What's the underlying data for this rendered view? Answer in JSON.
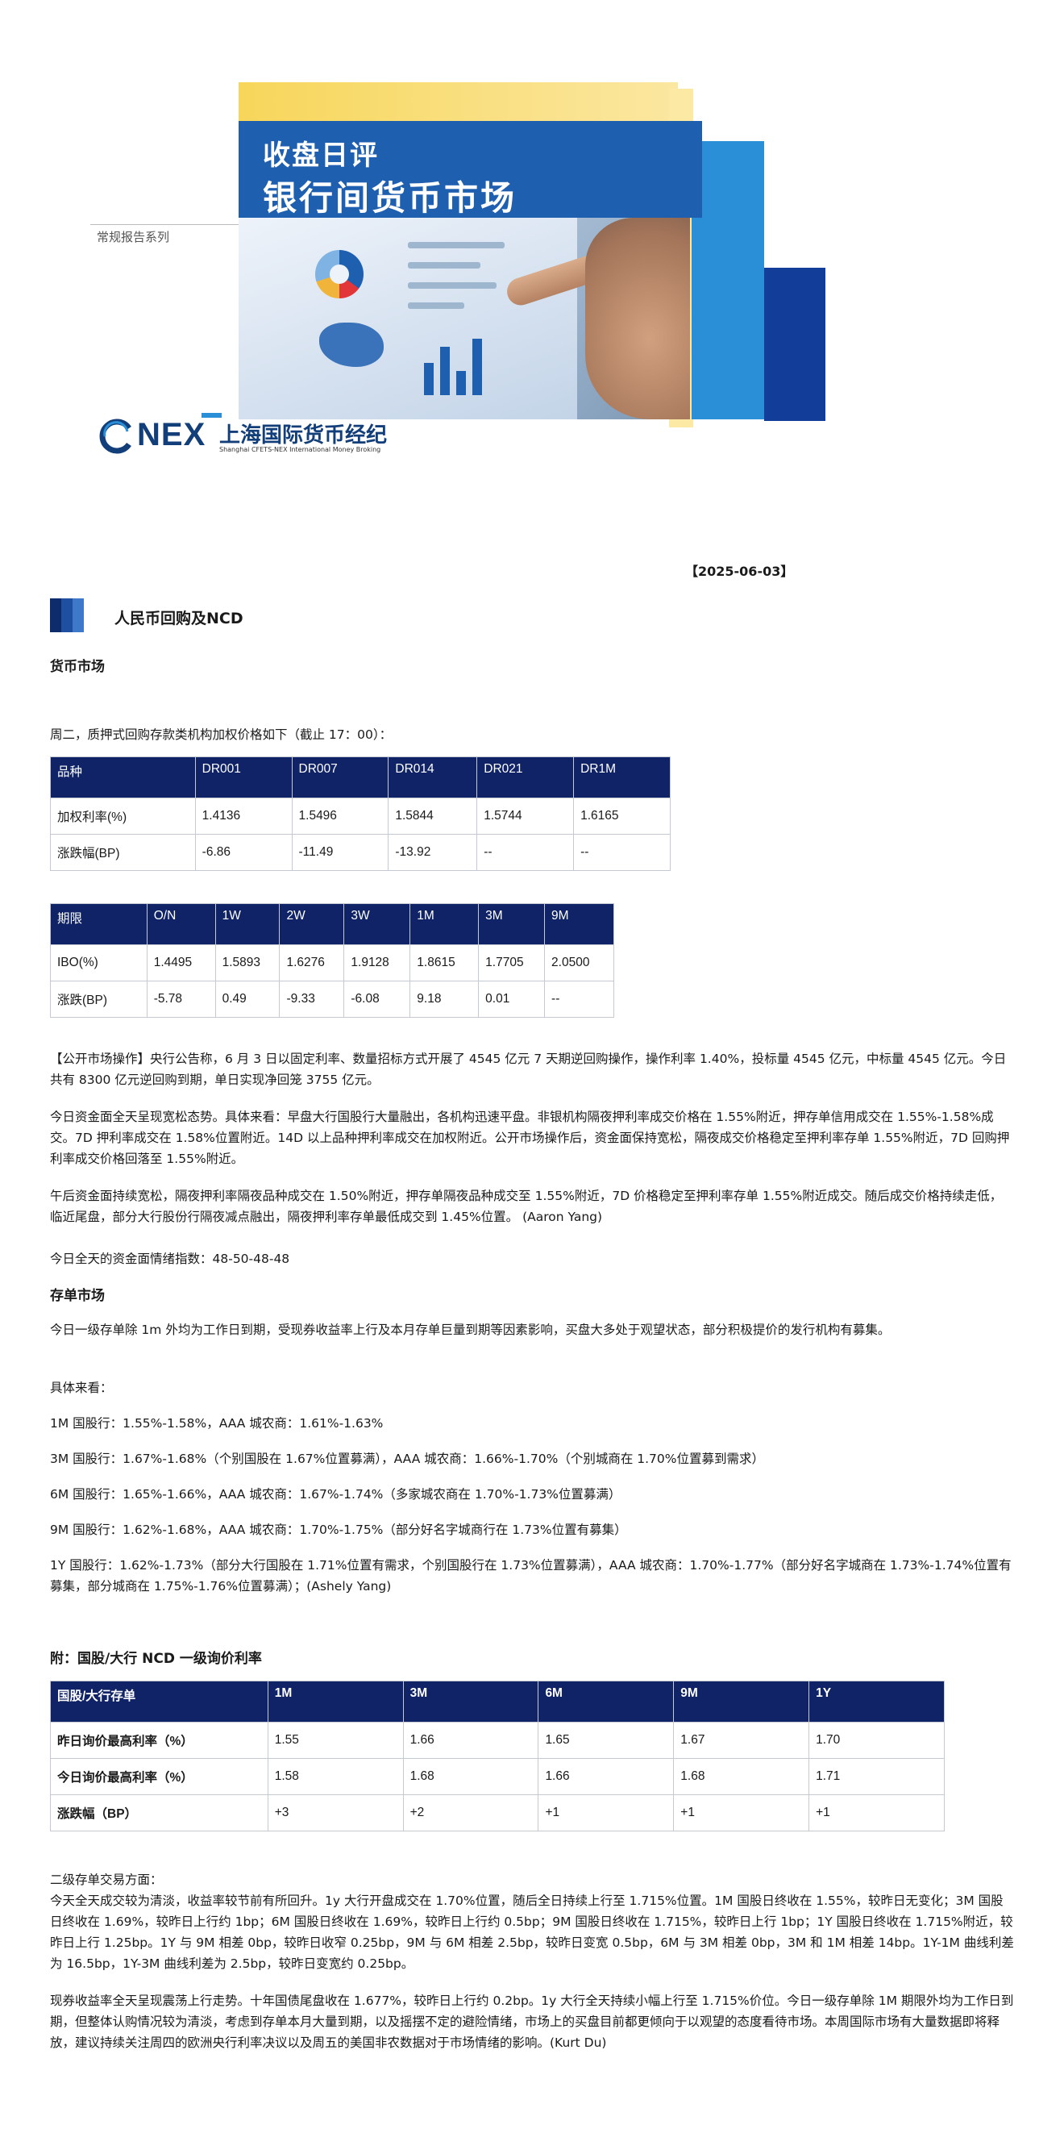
{
  "cover": {
    "title_line1": "收盘日评",
    "title_line2": "银行间货币市场",
    "series": "常规报告系列",
    "logo_nex": "NEX",
    "logo_cn": "上海国际货币经纪",
    "logo_en": "Shanghai CFETS-NEX International Money Broking"
  },
  "date": "【2025-06-03】",
  "section_title": "人民币回购及NCD",
  "money_market": {
    "heading": "货币市场",
    "intro": "周二，质押式回购存款类机构加权价格如下（截止 17：00）：",
    "dr_table": {
      "headers": [
        "品种",
        "DR001",
        "DR007",
        "DR014",
        "DR021",
        "DR1M"
      ],
      "rows": [
        [
          "加权利率(%)",
          "1.4136",
          "1.5496",
          "1.5844",
          "1.5744",
          "1.6165"
        ],
        [
          "涨跌幅(BP)",
          "-6.86",
          "-11.49",
          "-13.92",
          "--",
          "--"
        ]
      ]
    },
    "ibo_table": {
      "headers": [
        "期限",
        "O/N",
        "1W",
        "2W",
        "3W",
        "1M",
        "3M",
        "9M"
      ],
      "rows": [
        [
          "IBO(%)",
          "1.4495",
          "1.5893",
          "1.6276",
          "1.9128",
          "1.8615",
          "1.7705",
          "2.0500"
        ],
        [
          "涨跌(BP)",
          "-5.78",
          "0.49",
          "-9.33",
          "-6.08",
          "9.18",
          "0.01",
          "--"
        ]
      ]
    },
    "p1": "【公开市场操作】央行公告称，6 月 3 日以固定利率、数量招标方式开展了 4545 亿元 7 天期逆回购操作，操作利率 1.40%，投标量 4545 亿元，中标量 4545 亿元。今日共有 8300 亿元逆回购到期，单日实现净回笼 3755 亿元。",
    "p2": "今日资金面全天呈现宽松态势。具体来看：早盘大行国股行大量融出，各机构迅速平盘。非银机构隔夜押利率成交价格在 1.55%附近，押存单信用成交在 1.55%-1.58%成交。7D 押利率成交在 1.58%位置附近。14D 以上品种押利率成交在加权附近。公开市场操作后，资金面保持宽松，隔夜成交价格稳定至押利率存单 1.55%附近，7D 回购押利率成交价格回落至 1.55%附近。",
    "p3": "午后资金面持续宽松，隔夜押利率隔夜品种成交在 1.50%附近，押存单隔夜品种成交至 1.55%附近，7D 价格稳定至押利率存单 1.55%附近成交。随后成交价格持续走低，临近尾盘，部分大行股份行隔夜减点融出，隔夜押利率存单最低成交到 1.45%位置。 (Aaron Yang)",
    "sentiment": "今日全天的资金面情绪指数：48-50-48-48"
  },
  "cd_market": {
    "heading": "存单市场",
    "p1": "今日一级存单除 1m 外均为工作日到期，受现券收益率上行及本月存单巨量到期等因素影响，买盘大多处于观望状态，部分积极提价的发行机构有募集。",
    "p2": "具体来看：",
    "items": [
      "1M 国股行：1.55%-1.58%，AAA 城农商：1.61%-1.63%",
      "3M 国股行：1.67%-1.68%（个别国股在 1.67%位置募满），AAA 城农商：1.66%-1.70%（个别城商在 1.70%位置募到需求）",
      "6M 国股行：1.65%-1.66%，AAA 城农商：1.67%-1.74%（多家城农商在 1.70%-1.73%位置募满）",
      "9M 国股行：1.62%-1.68%，AAA 城农商：1.70%-1.75%（部分好名字城商行在 1.73%位置有募集）",
      "1Y 国股行：1.62%-1.73%（部分大行国股在 1.71%位置有需求，个别国股行在 1.73%位置募满），AAA 城农商：1.70%-1.77%（部分好名字城商在 1.73%-1.74%位置有募集，部分城商在 1.75%-1.76%位置募满）；(Ashely Yang)"
    ]
  },
  "appendix": {
    "heading": "附：国股/大行 NCD 一级询价利率",
    "ncd_table": {
      "headers": [
        "国股/大行存单",
        "1M",
        "3M",
        "6M",
        "9M",
        "1Y"
      ],
      "rows": [
        [
          "昨日询价最高利率（%）",
          "1.55",
          "1.66",
          "1.65",
          "1.67",
          "1.70"
        ],
        [
          "今日询价最高利率（%）",
          "1.58",
          "1.68",
          "1.66",
          "1.68",
          "1.71"
        ],
        [
          "涨跌幅（BP）",
          "+3",
          "+2",
          "+1",
          "+1",
          "+1"
        ]
      ]
    }
  },
  "secondary": {
    "heading": "二级存单交易方面：",
    "p1": "今天全天成交较为清淡，收益率较节前有所回升。1y 大行开盘成交在 1.70%位置，随后全日持续上行至 1.715%位置。1M 国股日终收在 1.55%，较昨日无变化；3M 国股日终收在 1.69%，较昨日上行约 1bp；6M 国股日终收在 1.69%，较昨日上行约 0.5bp；9M 国股日终收在 1.715%，较昨日上行 1bp；1Y 国股日终收在 1.715%附近，较昨日上行 1.25bp。1Y 与 9M 相差 0bp，较昨日收窄 0.25bp，9M 与 6M 相差 2.5bp，较昨日变宽 0.5bp，6M 与 3M 相差 0bp，3M 和 1M 相差 14bp。1Y-1M 曲线利差为 16.5bp，1Y-3M 曲线利差为 2.5bp，较昨日变宽约 0.25bp。",
    "p2": "现券收益率全天呈现震荡上行走势。十年国债尾盘收在 1.677%，较昨日上行约 0.2bp。1y 大行全天持续小幅上行至 1.715%价位。今日一级存单除 1M 期限外均为工作日到期，但整体认购情况较为清淡，考虑到存单本月大量到期，以及摇摆不定的避险情绪，市场上的买盘目前都更倾向于以观望的态度看待市场。本周国际市场有大量数据即将释放，建议持续关注周四的欧洲央行利率决议以及周五的美国非农数据对于市场情绪的影响。(Kurt Du)"
  },
  "colors": {
    "table_header": "#0f2366",
    "brand_navy": "#123e7a",
    "brand_blue": "#2a8fd6",
    "brand_yellow": "#f7d65a"
  }
}
